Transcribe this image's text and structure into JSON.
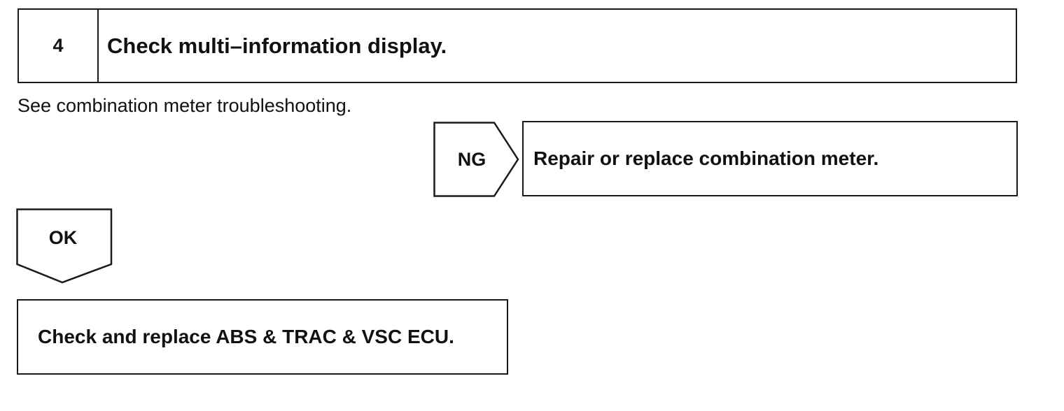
{
  "step": {
    "number": "4",
    "title": "Check multi–information display."
  },
  "instruction": "See combination meter troubleshooting.",
  "ng_branch": {
    "label": "NG",
    "result": "Repair or replace combination meter."
  },
  "ok_branch": {
    "label": "OK",
    "result": "Check and replace ABS & TRAC & VSC ECU."
  }
}
